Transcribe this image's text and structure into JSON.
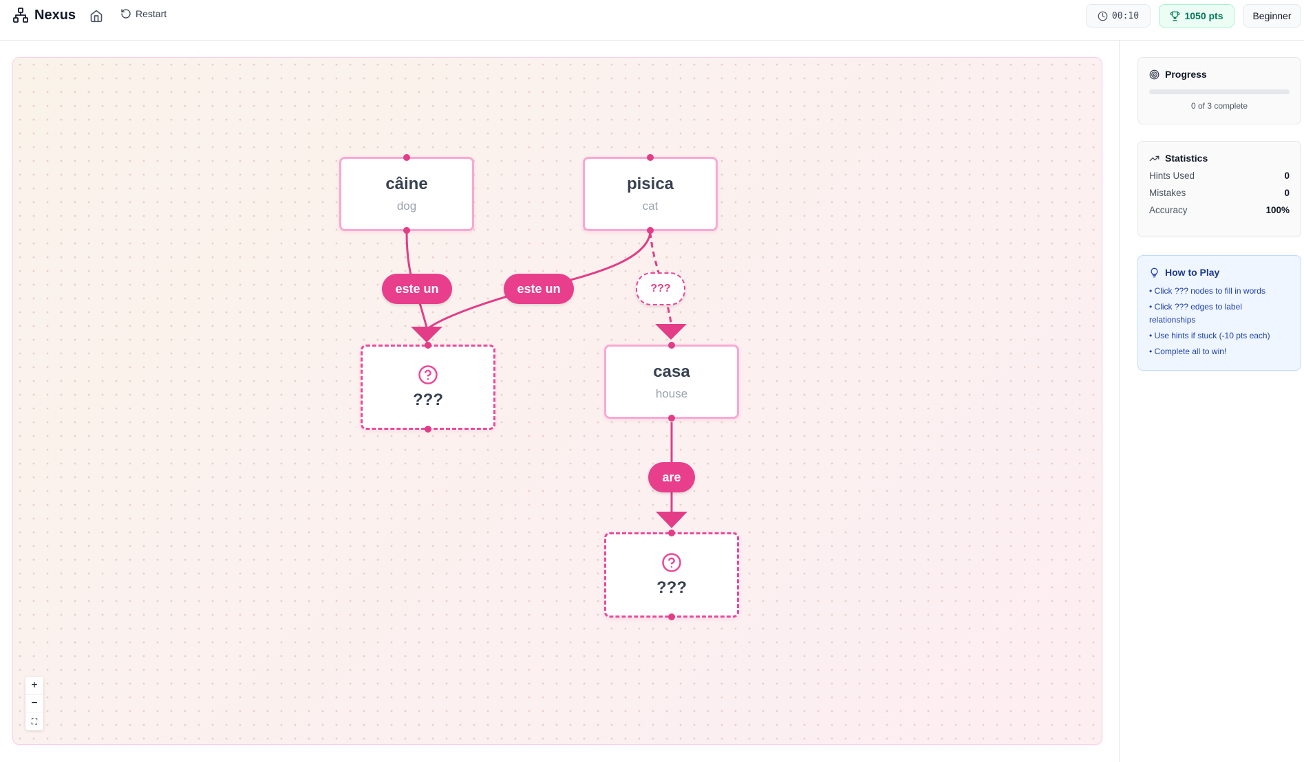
{
  "header": {
    "app_name": "Nexus",
    "restart_label": "Restart",
    "timer": "00:10",
    "points": "1050 pts",
    "level": "Beginner"
  },
  "graph": {
    "nodes": [
      {
        "word": "câine",
        "translation": "dog",
        "state": "known"
      },
      {
        "word": "pisica",
        "translation": "cat",
        "state": "known"
      },
      {
        "word": "???",
        "translation": "",
        "state": "unknown"
      },
      {
        "word": "casa",
        "translation": "house",
        "state": "known"
      },
      {
        "word": "???",
        "translation": "",
        "state": "unknown"
      }
    ],
    "edges": [
      {
        "from": "câine",
        "to": "???",
        "label": "este un"
      },
      {
        "from": "pisica",
        "to": "???",
        "label": "este un"
      },
      {
        "from": "pisica",
        "to": "casa",
        "label": "???"
      },
      {
        "from": "casa",
        "to": "???",
        "label": "are"
      }
    ],
    "zoom_controls": [
      "+",
      "−",
      "⛶"
    ]
  },
  "sidebar": {
    "progress": {
      "title": "Progress",
      "completed": 0,
      "total": 3,
      "fraction": 0.0,
      "text": "0 of 3 complete"
    },
    "statistics": {
      "title": "Statistics",
      "rows": [
        {
          "label": "Hints Used",
          "value": "0"
        },
        {
          "label": "Mistakes",
          "value": "0"
        },
        {
          "label": "Accuracy",
          "value": "100%"
        }
      ]
    },
    "how_to_play": {
      "title": "How to Play",
      "items": [
        "• Click ??? nodes to fill in words",
        "• Click ??? edges to label relationships",
        "• Use hints if stuck (-10 pts each)",
        "• Complete all to win!"
      ]
    }
  },
  "colors": {
    "accent": "#ec4899",
    "edge": "#e23d86",
    "points": "#047857"
  }
}
